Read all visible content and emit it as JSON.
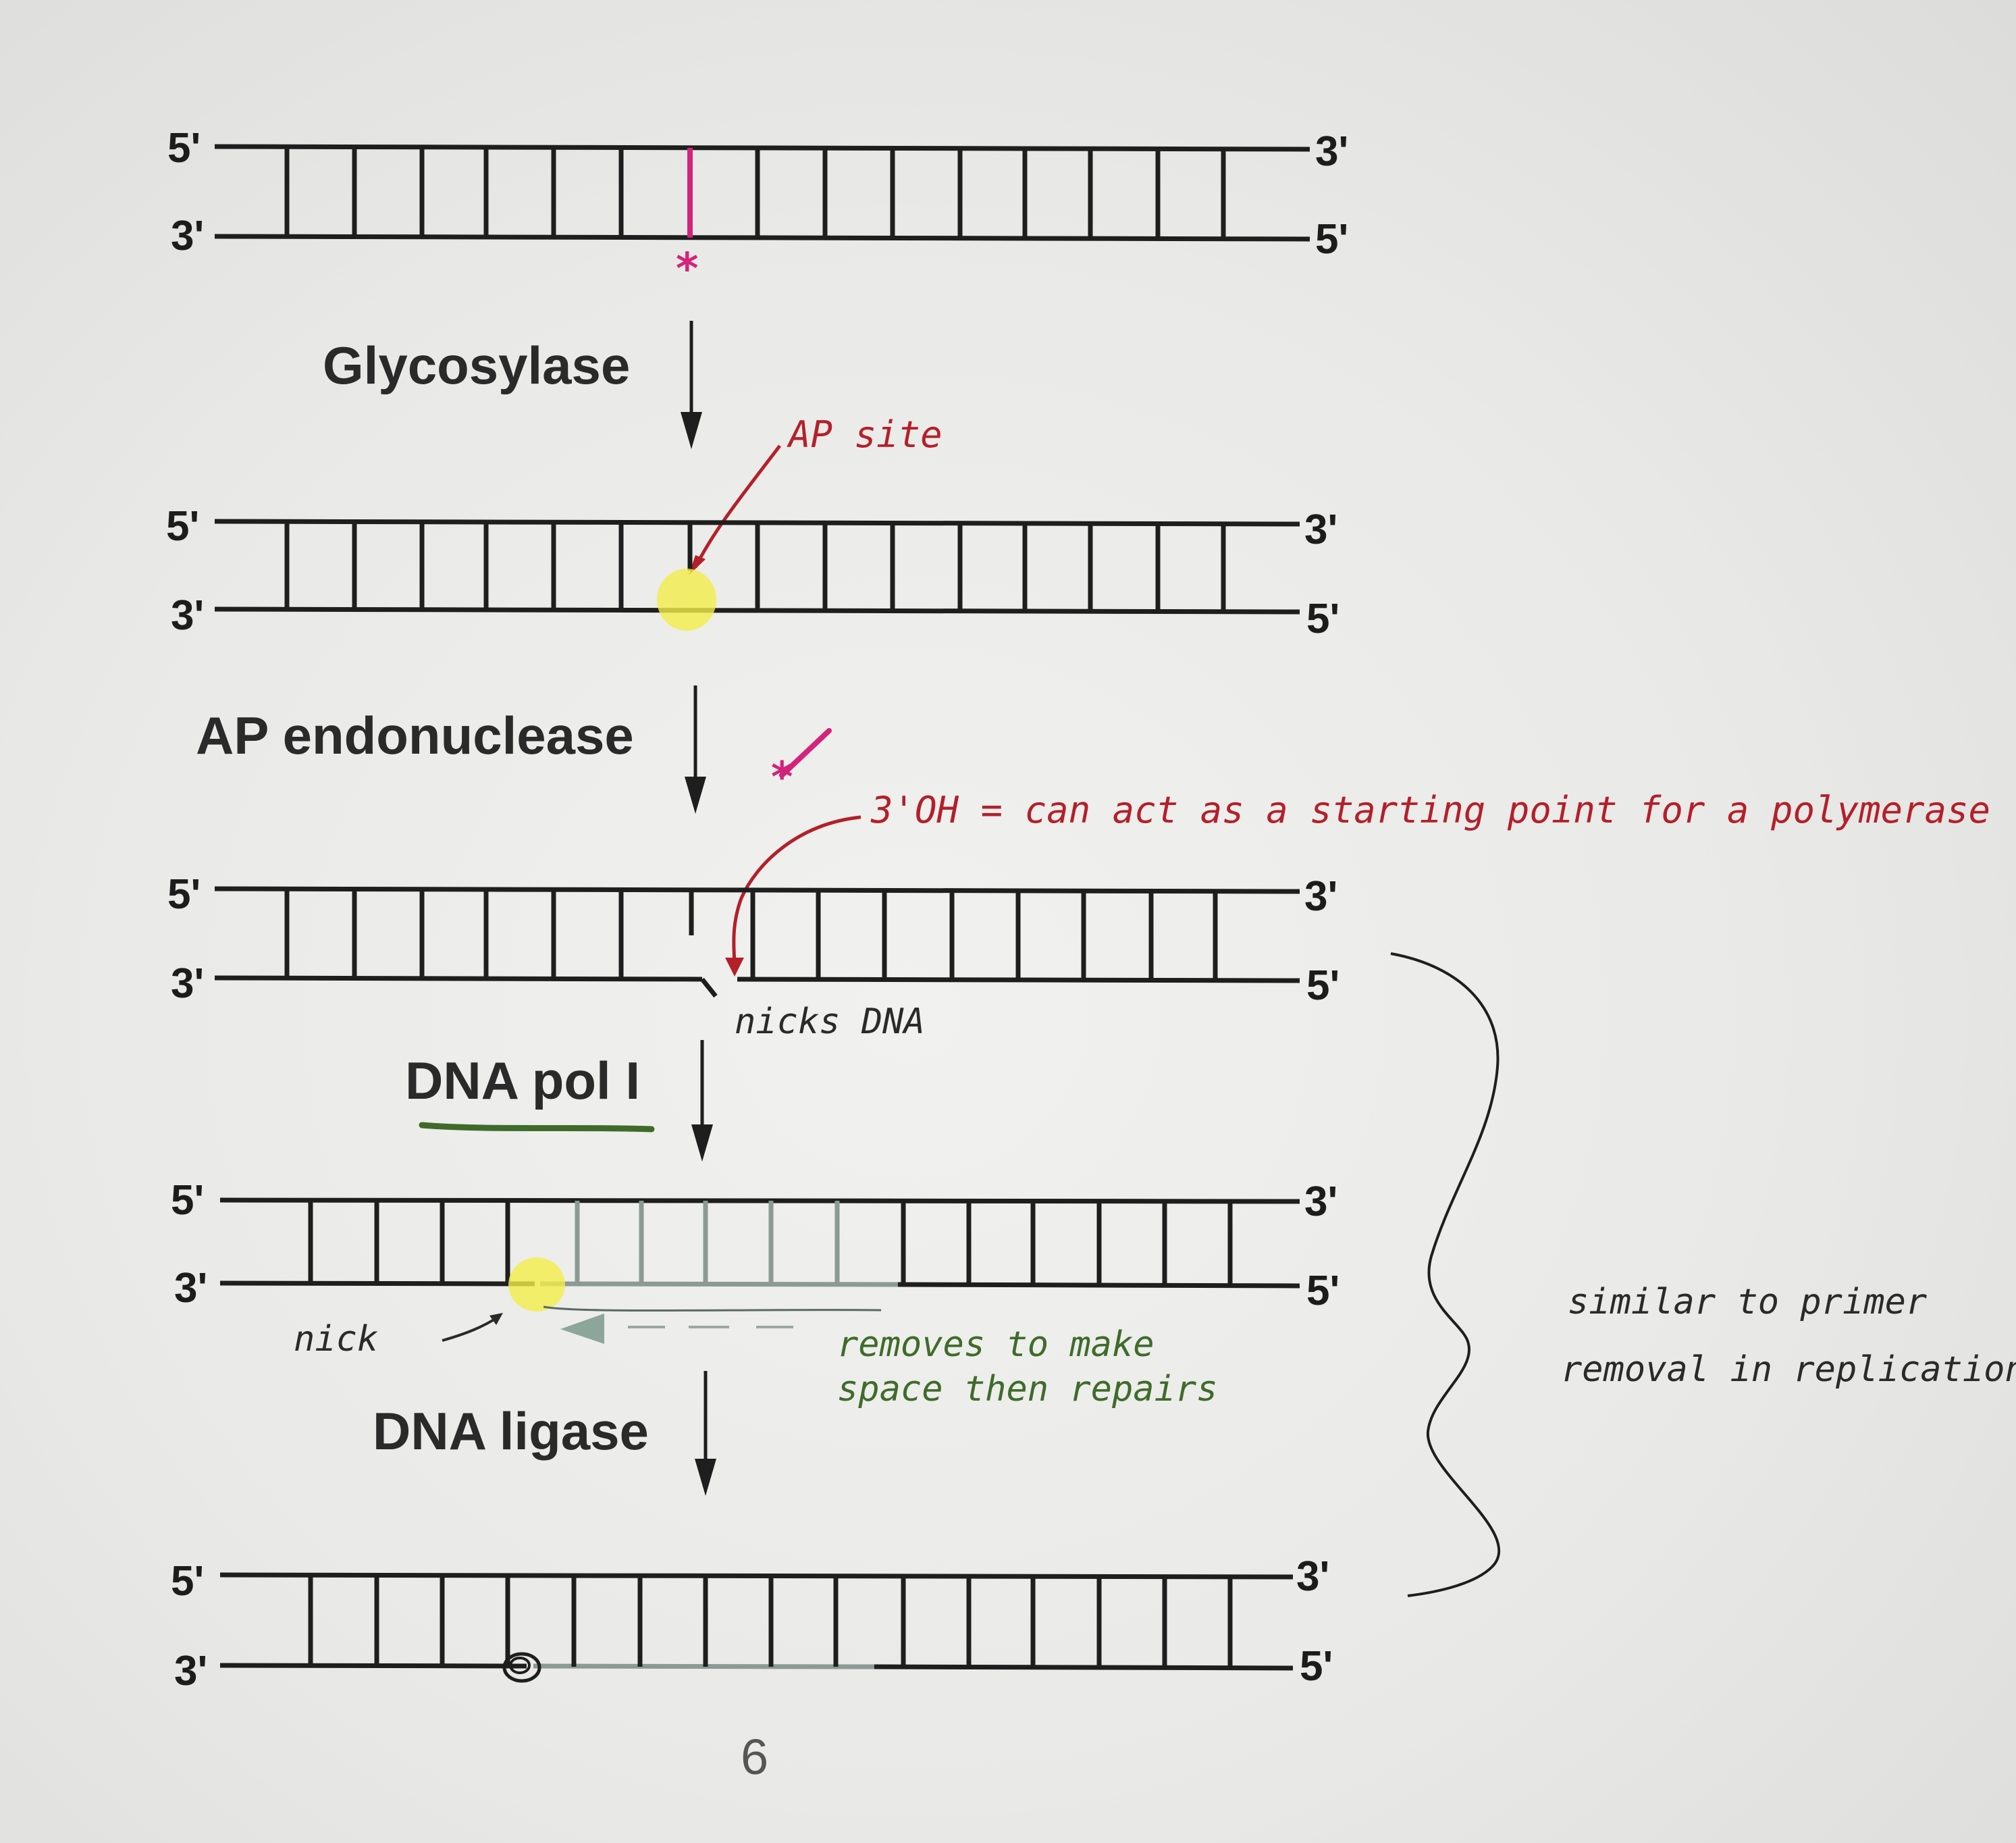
{
  "colors": {
    "ink": "#1e1e1e",
    "annotation_red": "#b3202a",
    "annotation_magenta": "#d4237a",
    "annotation_green": "#3f6b2a",
    "highlight_yellow": "#f2ee4a",
    "new_strand_gray": "#8a9a94"
  },
  "ends": {
    "five_prime": "5'",
    "three_prime": "3'"
  },
  "steps": [
    {
      "enzyme": "Glycosylase"
    },
    {
      "enzyme": "AP endonuclease"
    },
    {
      "enzyme": "DNA pol I"
    },
    {
      "enzyme": "DNA ligase"
    }
  ],
  "annotations": {
    "ap_site": "AP site",
    "three_oh_note": "3'OH = can act as a starting point for a polymerase",
    "nicks_dna": "nicks DNA",
    "nick": "nick",
    "removes_line1": "removes to make",
    "removes_line2": "space then repairs",
    "similar_line1": "similar to primer",
    "similar_line2": "removal in replication"
  },
  "page_number": "6"
}
